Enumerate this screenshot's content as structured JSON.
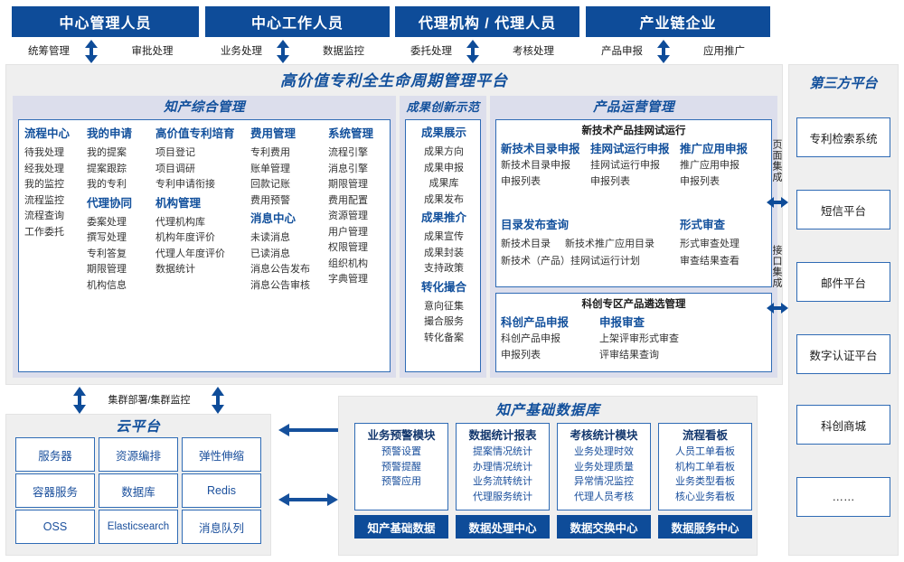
{
  "roles": [
    {
      "title": "中心管理人员",
      "left_label": "统筹管理",
      "right_label": "审批处理"
    },
    {
      "title": "中心工作人员",
      "left_label": "业务处理",
      "right_label": "数据监控"
    },
    {
      "title": "代理机构 / 代理人员",
      "left_label": "委托处理",
      "right_label": "考核处理"
    },
    {
      "title": "产业链企业",
      "left_label": "产品申报",
      "right_label": "应用推广"
    }
  ],
  "platform": {
    "title": "高价值专利全生命周期管理平台",
    "groups": {
      "ip_mgmt": {
        "title": "知产综合管理",
        "columns": [
          {
            "entries": [
              {
                "type": "head",
                "text": "流程中心"
              },
              {
                "type": "item",
                "text": "待我处理"
              },
              {
                "type": "item",
                "text": "经我处理"
              },
              {
                "type": "item",
                "text": "我的监控"
              },
              {
                "type": "item",
                "text": "流程监控"
              },
              {
                "type": "item",
                "text": "流程查询"
              },
              {
                "type": "item",
                "text": "工作委托"
              }
            ]
          },
          {
            "entries": [
              {
                "type": "head",
                "text": "我的申请"
              },
              {
                "type": "item",
                "text": "我的提案"
              },
              {
                "type": "item",
                "text": "提案跟踪"
              },
              {
                "type": "item",
                "text": "我的专利"
              },
              {
                "type": "head",
                "text": "代理协同"
              },
              {
                "type": "item",
                "text": "委案处理"
              },
              {
                "type": "item",
                "text": "撰写处理"
              },
              {
                "type": "item",
                "text": "专利答复"
              },
              {
                "type": "item",
                "text": "期限管理"
              },
              {
                "type": "item",
                "text": "机构信息"
              }
            ]
          },
          {
            "entries": [
              {
                "type": "head",
                "text": "高价值专利培育"
              },
              {
                "type": "item",
                "text": "项目登记"
              },
              {
                "type": "item",
                "text": "项目调研"
              },
              {
                "type": "item",
                "text": "专利申请衔接"
              },
              {
                "type": "head",
                "text": "机构管理"
              },
              {
                "type": "item",
                "text": "代理机构库"
              },
              {
                "type": "item",
                "text": "机构年度评价"
              },
              {
                "type": "item",
                "text": "代理人年度评价"
              },
              {
                "type": "item",
                "text": "数据统计"
              }
            ]
          },
          {
            "entries": [
              {
                "type": "head",
                "text": "费用管理"
              },
              {
                "type": "item",
                "text": "专利费用"
              },
              {
                "type": "item",
                "text": "账单管理"
              },
              {
                "type": "item",
                "text": "回款记账"
              },
              {
                "type": "item",
                "text": "费用预警"
              },
              {
                "type": "head",
                "text": "消息中心"
              },
              {
                "type": "item",
                "text": "未读消息"
              },
              {
                "type": "item",
                "text": "已读消息"
              },
              {
                "type": "item",
                "text": "消息公告发布"
              },
              {
                "type": "item",
                "text": "消息公告审核"
              }
            ]
          },
          {
            "entries": [
              {
                "type": "head",
                "text": "系统管理"
              },
              {
                "type": "item",
                "text": "流程引擎"
              },
              {
                "type": "item",
                "text": "消息引擎"
              },
              {
                "type": "item",
                "text": "期限管理"
              },
              {
                "type": "item",
                "text": "费用配置"
              },
              {
                "type": "item",
                "text": "资源管理"
              },
              {
                "type": "item",
                "text": "用户管理"
              },
              {
                "type": "item",
                "text": "权限管理"
              },
              {
                "type": "item",
                "text": "组织机构"
              },
              {
                "type": "item",
                "text": "字典管理"
              }
            ]
          }
        ]
      },
      "achievement": {
        "title": "成果创新示范",
        "entries": [
          {
            "type": "head",
            "text": "成果展示"
          },
          {
            "type": "item",
            "text": "成果方向"
          },
          {
            "type": "item",
            "text": "成果申报"
          },
          {
            "type": "item",
            "text": "成果库"
          },
          {
            "type": "item",
            "text": "成果发布"
          },
          {
            "type": "head",
            "text": "成果推介"
          },
          {
            "type": "item",
            "text": "成果宣传"
          },
          {
            "type": "item",
            "text": "成果封装"
          },
          {
            "type": "item",
            "text": "支持政策"
          },
          {
            "type": "head",
            "text": "转化撮合"
          },
          {
            "type": "item",
            "text": "意向征集"
          },
          {
            "type": "item",
            "text": "撮合服务"
          },
          {
            "type": "item",
            "text": "转化备案"
          }
        ]
      },
      "product_ops": {
        "title": "产品运营管理",
        "card1": {
          "subtitle": "新技术产品挂网试运行",
          "columns": [
            {
              "head": "新技术目录申报",
              "items": [
                "新技术目录申报",
                "申报列表"
              ]
            },
            {
              "head": "挂网试运行申报",
              "items": [
                "挂网试运行申报",
                "申报列表"
              ]
            },
            {
              "head": "推广应用申报",
              "items": [
                "推广应用申报",
                "申报列表"
              ]
            }
          ],
          "row2_left_head": "目录发布查询",
          "row2_left_items": [
            "新技术目录",
            "新技术推广应用目录",
            "新技术（产品）挂网试运行计划"
          ],
          "row2_right_head": "形式审查",
          "row2_right_items": [
            "形式审查处理",
            "审查结果查看"
          ]
        },
        "card2": {
          "subtitle": "科创专区产品遴选管理",
          "columns": [
            {
              "head": "科创产品申报",
              "items": [
                "科创产品申报",
                "申报列表"
              ]
            },
            {
              "head": "申报审查",
              "items": [
                "上架评审形式审查",
                "评审结果查询"
              ]
            }
          ]
        }
      }
    }
  },
  "integration": {
    "page_integration": "页面集成",
    "api_integration": "接口集成"
  },
  "third_party": {
    "title": "第三方平台",
    "items": [
      "专利检索系统",
      "短信平台",
      "邮件平台",
      "数字认证平台",
      "科创商城",
      "……"
    ]
  },
  "cluster_label": "集群部署/集群监控",
  "cloud": {
    "title": "云平台",
    "cells": [
      "服务器",
      "资源编排",
      "弹性伸缩",
      "容器服务",
      "数据库",
      "Redis",
      "OSS",
      "Elasticsearch",
      "消息队列"
    ]
  },
  "database": {
    "title": "知产基础数据库",
    "columns": [
      {
        "head": "业务预警模块",
        "items": [
          "预警设置",
          "预警提醒",
          "预警应用"
        ],
        "foot": "知产基础数据"
      },
      {
        "head": "数据统计报表",
        "items": [
          "提案情况统计",
          "办理情况统计",
          "业务流转统计",
          "代理服务统计"
        ],
        "foot": "数据处理中心"
      },
      {
        "head": "考核统计模块",
        "items": [
          "业务处理时效",
          "业务处理质量",
          "异常情况监控",
          "代理人员考核"
        ],
        "foot": "数据交换中心"
      },
      {
        "head": "流程看板",
        "items": [
          "人员工单看板",
          "机构工单看板",
          "业务类型看板",
          "核心业务看板"
        ],
        "foot": "数据服务中心"
      }
    ]
  },
  "colors": {
    "brand_blue": "#0e4c99",
    "accent_blue": "#12509c",
    "border_blue": "#2f6bb5",
    "panel_gray": "#efefef",
    "group_lavender": "#dcdeec"
  }
}
